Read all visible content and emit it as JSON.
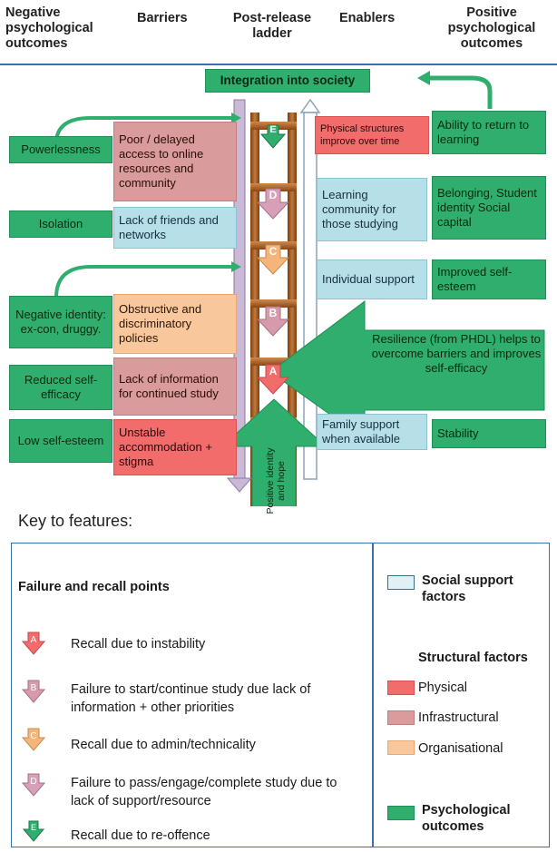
{
  "header": {
    "negative": "Negative psychological outcomes",
    "barriers": "Barriers",
    "ladder": "Post-release ladder",
    "enablers": "Enablers",
    "positive": "Positive psychological outcomes"
  },
  "top": {
    "integration": "Integration into society"
  },
  "negative_outcomes": {
    "powerlessness": "Powerlessness",
    "isolation": "Isolation",
    "negative_identity": "Negative identity: ex-con, druggy.",
    "reduced_efficacy": "Reduced self-efficacy",
    "low_esteem": "Low self-esteem"
  },
  "barriers": {
    "online_access": "Poor / delayed access to online resources and community",
    "friends": "Lack of friends and networks",
    "policies": "Obstructive and discriminatory policies",
    "information": "Lack of information for continued study",
    "accommodation": "Unstable accommodation + stigma"
  },
  "enablers": {
    "physical": "Physical structures improve over time",
    "learning": "Learning community for those studying",
    "individual": "Individual support",
    "resilience": "Resilience (from PHDL) helps to overcome barriers and improves self-efficacy",
    "family": "Family support when available"
  },
  "positive_outcomes": {
    "return": "Ability to return to learning",
    "belonging": "Belonging, Student identity Social capital",
    "esteem": "Improved self-esteem",
    "stability": "Stability"
  },
  "ladder_marks": {
    "e": "E",
    "d": "D",
    "c": "C",
    "b": "B",
    "a": "A",
    "hope": "Positive identity and hope"
  },
  "key": {
    "title": "Key to features:",
    "failure_heading": "Failure and recall  points",
    "items": [
      {
        "letter": "A",
        "text": "Recall due to instability"
      },
      {
        "letter": "B",
        "text": "Failure to start/continue study due lack of information + other priorities"
      },
      {
        "letter": "C",
        "text": "Recall due to admin/technicality"
      },
      {
        "letter": "D",
        "text": "Failure to pass/engage/complete study due to lack of support/resource"
      },
      {
        "letter": "E",
        "text": "Recall due to re-offence"
      }
    ],
    "social": "Social support factors",
    "structural": "Structural factors",
    "physical": "Physical",
    "infrastructural": "Infrastructural",
    "organisational": "Organisational",
    "psychological": "Psychological outcomes"
  },
  "colors": {
    "green": "#2fae6d",
    "blue": "#b7dfe8",
    "physical": "#f26c6c",
    "infrastructural": "#d99b9b",
    "organisational": "#f9c79c",
    "ladder": "#b5651d"
  }
}
